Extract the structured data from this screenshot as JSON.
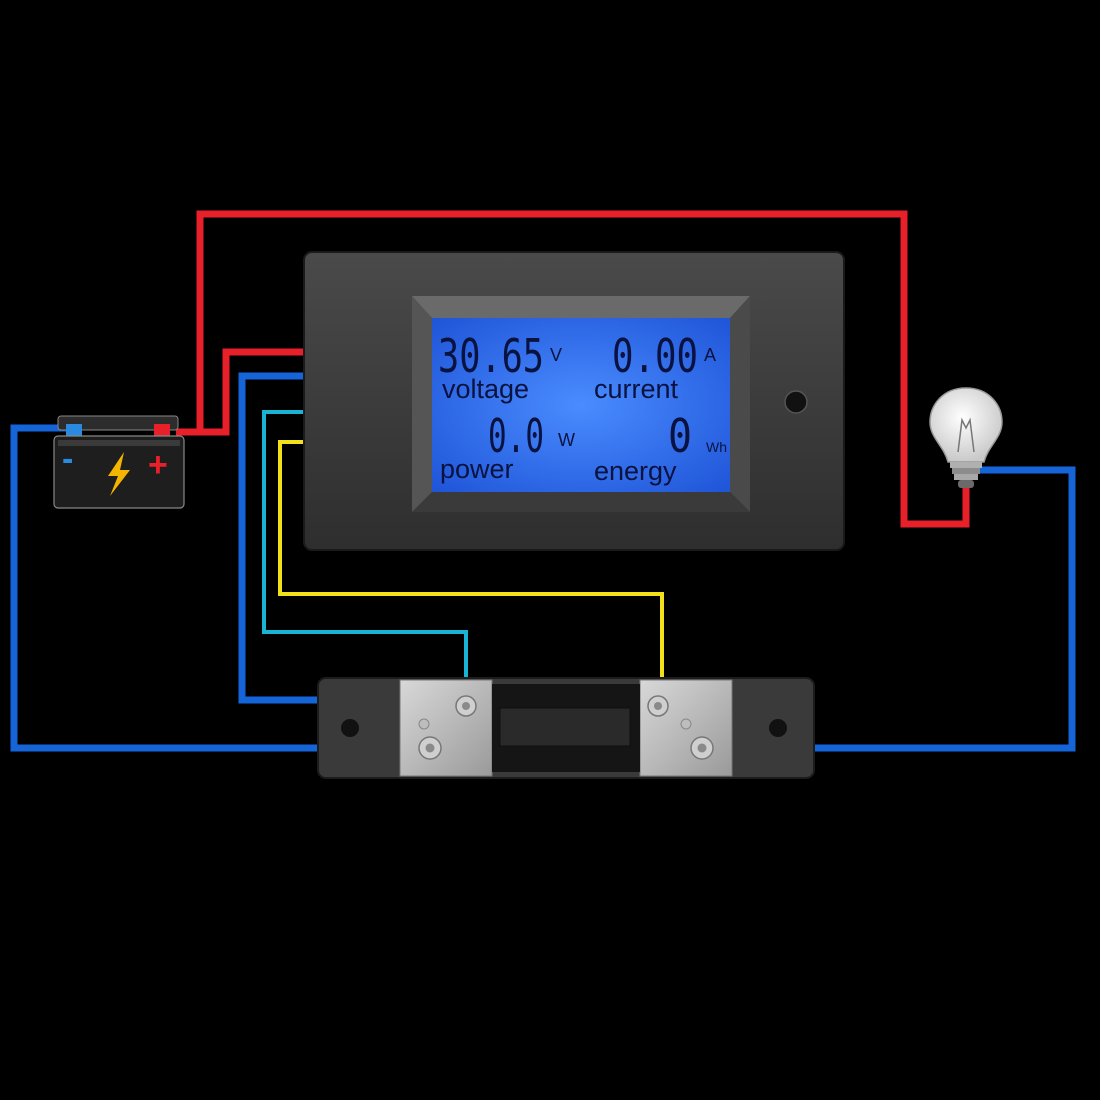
{
  "meter": {
    "voltage_value": "30.65",
    "voltage_unit": "V",
    "voltage_label": "voltage",
    "current_value": "0.00",
    "current_unit": "A",
    "current_label": "current",
    "power_value": "0.0",
    "power_unit": "W",
    "power_label": "power",
    "energy_value": "0",
    "energy_unit": "Wh",
    "energy_label": "energy"
  },
  "battery": {
    "negative_symbol": "-",
    "positive_symbol": "+"
  },
  "colors": {
    "background": "#000000",
    "wire_red": "#e8202a",
    "wire_blue": "#1565d8",
    "wire_cyan": "#19b3d4",
    "wire_yellow": "#f2e01a",
    "lcd_blue": "#2f6ef0",
    "meter_body": "#3a3a3a",
    "shunt_metal": "#b8b8b8"
  },
  "icons": [
    "battery-icon",
    "lightning-icon",
    "light-bulb-icon",
    "screw-terminal-icon",
    "meter-button-icon"
  ]
}
